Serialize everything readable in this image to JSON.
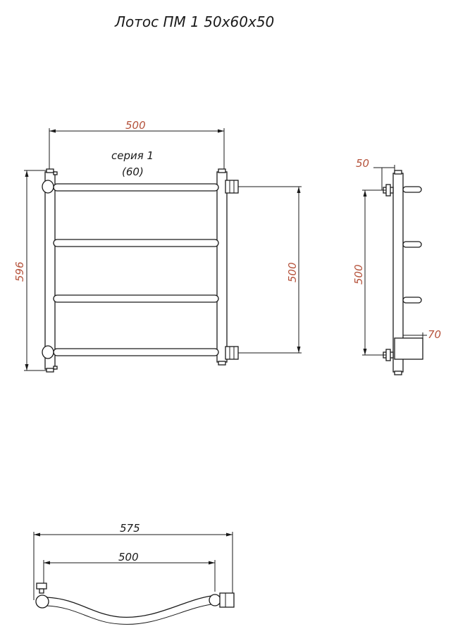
{
  "title": "Лотос ПМ 1 50х60х50",
  "front_view": {
    "series_label": "серия 1",
    "series_sub": "(60)",
    "dim_width": "500",
    "dim_height": "596",
    "dim_connection": "500"
  },
  "side_view": {
    "dim_offset": "50",
    "dim_height": "500",
    "dim_depth": "70"
  },
  "top_view": {
    "dim_total": "575",
    "dim_inner": "500"
  },
  "colors": {
    "dimension_text": "#b5533c",
    "lines": "#1a1a1a"
  }
}
